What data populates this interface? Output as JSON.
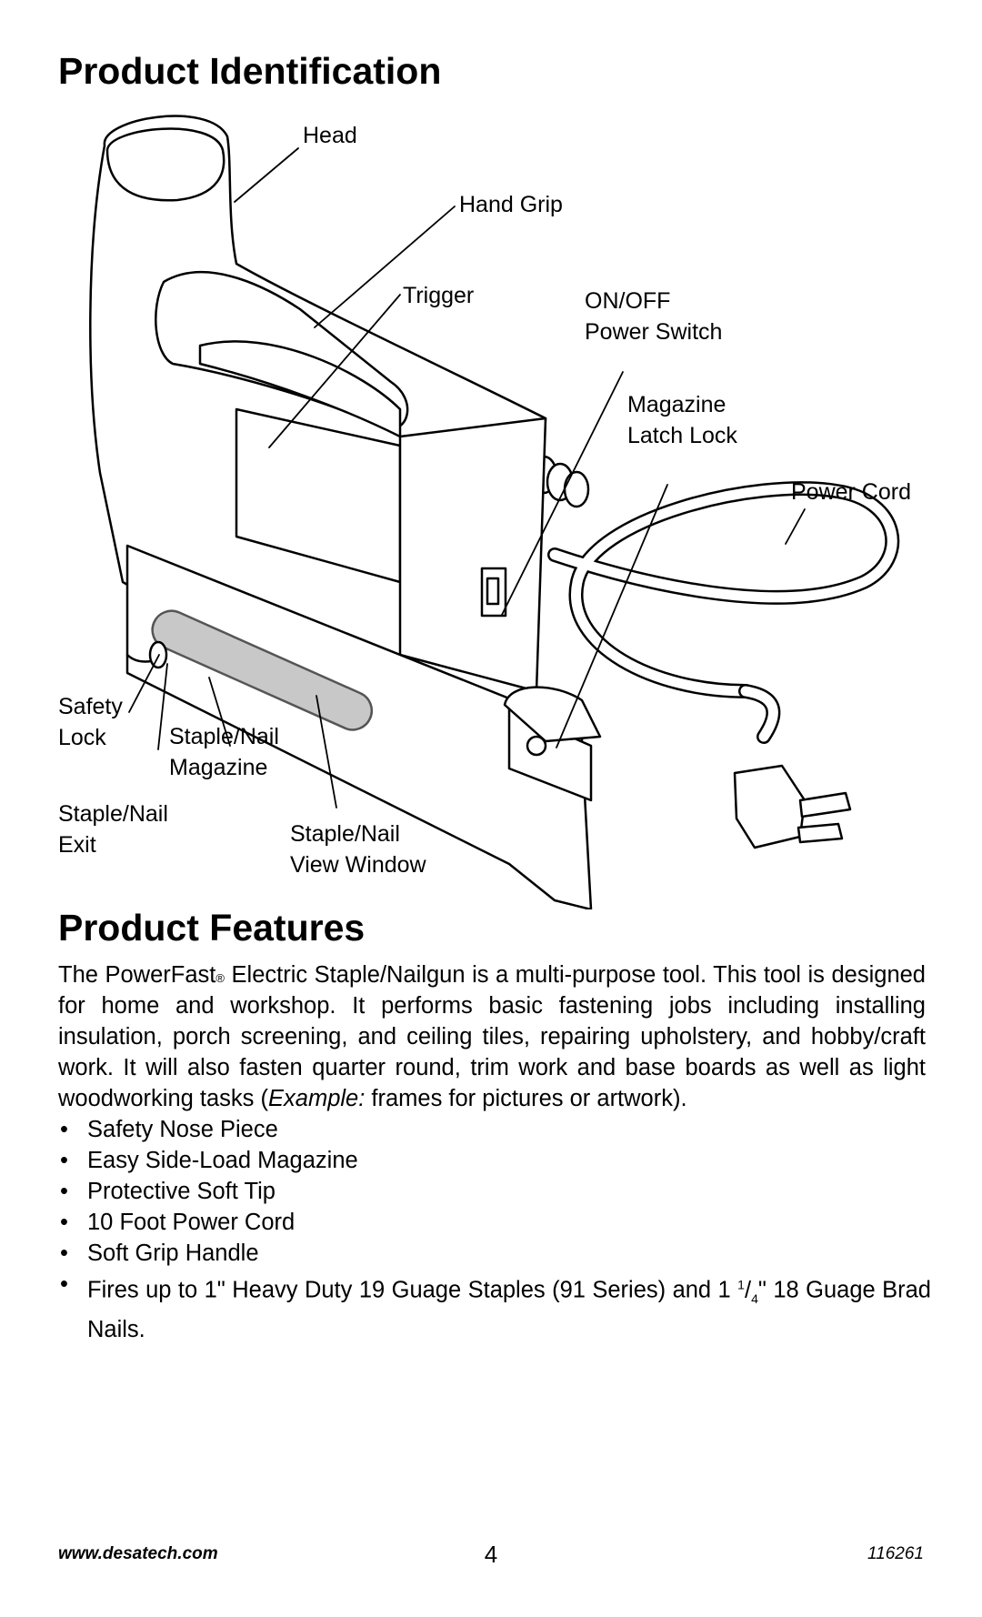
{
  "section_identification": {
    "title": "Product Identification"
  },
  "callouts": {
    "head": "Head",
    "hand_grip": "Hand Grip",
    "trigger": "Trigger",
    "power_switch": "ON/OFF\nPower Switch",
    "magazine_latch": "Magazine\nLatch Lock",
    "power_cord": "Power Cord",
    "safety_lock": "Safety\nLock",
    "magazine": "Staple/Nail\nMagazine",
    "exit": "Staple/Nail\nExit",
    "view_window": "Staple/Nail\nView Window"
  },
  "section_features": {
    "title": "Product Features",
    "para_part1": "The PowerFast",
    "para_reg": "®",
    "para_part2": " Electric Staple/Nailgun is a multi-purpose tool. This tool is designed for home and workshop. It performs basic fastening jobs including installing insulation, porch screening, and ceiling tiles, repairing upholstery, and hobby/craft work. It will also fasten quarter round, trim work and base boards as well as light woodworking tasks (",
    "para_example": "Example:",
    "para_part3": " frames for pictures or artwork).",
    "bullets": [
      "Safety Nose Piece",
      "Easy Side-Load Magazine",
      "Protective Soft Tip",
      "10 Foot Power Cord",
      "Soft Grip Handle"
    ],
    "last_bullet": {
      "part1": "Fires up to 1\" Heavy Duty 19 Guage Staples (91 Series) and 1 ",
      "num": "1",
      "slash": "/",
      "den": "4",
      "part2": "\" 18 Guage Brad Nails."
    },
    "bullet_symbol": "•"
  },
  "footer": {
    "url": "www.desatech.com",
    "page": "4",
    "code": "116261"
  }
}
